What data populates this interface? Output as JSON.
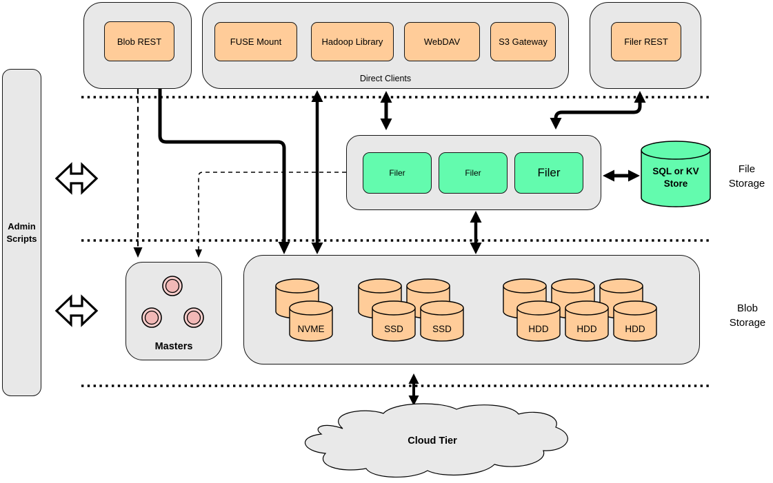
{
  "colors": {
    "panel_gray": "#E8E8E8",
    "node_orange": "#FFCC99",
    "node_green": "#63FBAE",
    "node_pink_outer": "#F8CECC",
    "node_pink_inner": "#F2B8B6",
    "cloud_gray": "#E9E9E9",
    "line_black": "#000000"
  },
  "admin": {
    "label": "Admin Scripts"
  },
  "top_row": {
    "blob_rest": {
      "label": "Blob REST"
    },
    "direct_clients": {
      "label": "Direct Clients",
      "clients": [
        {
          "label": "FUSE Mount"
        },
        {
          "label": "Hadoop Library"
        },
        {
          "label": "WebDAV"
        },
        {
          "label": "S3 Gateway"
        }
      ]
    },
    "filer_rest": {
      "label": "Filer REST"
    }
  },
  "file_storage": {
    "tier_label": "File Storage",
    "filers": [
      {
        "label": "Filer"
      },
      {
        "label": "Filer"
      },
      {
        "label": "Filer"
      }
    ],
    "kv_store": {
      "label": "SQL or KV Store"
    }
  },
  "blob_storage": {
    "tier_label": "Blob Storage",
    "masters_label": "Masters",
    "drives": [
      {
        "label": "NVME"
      },
      {
        "label": "SSD"
      },
      {
        "label": "SSD"
      },
      {
        "label": "HDD"
      },
      {
        "label": "HDD"
      },
      {
        "label": "HDD"
      }
    ]
  },
  "cloud": {
    "label": "Cloud Tier"
  }
}
